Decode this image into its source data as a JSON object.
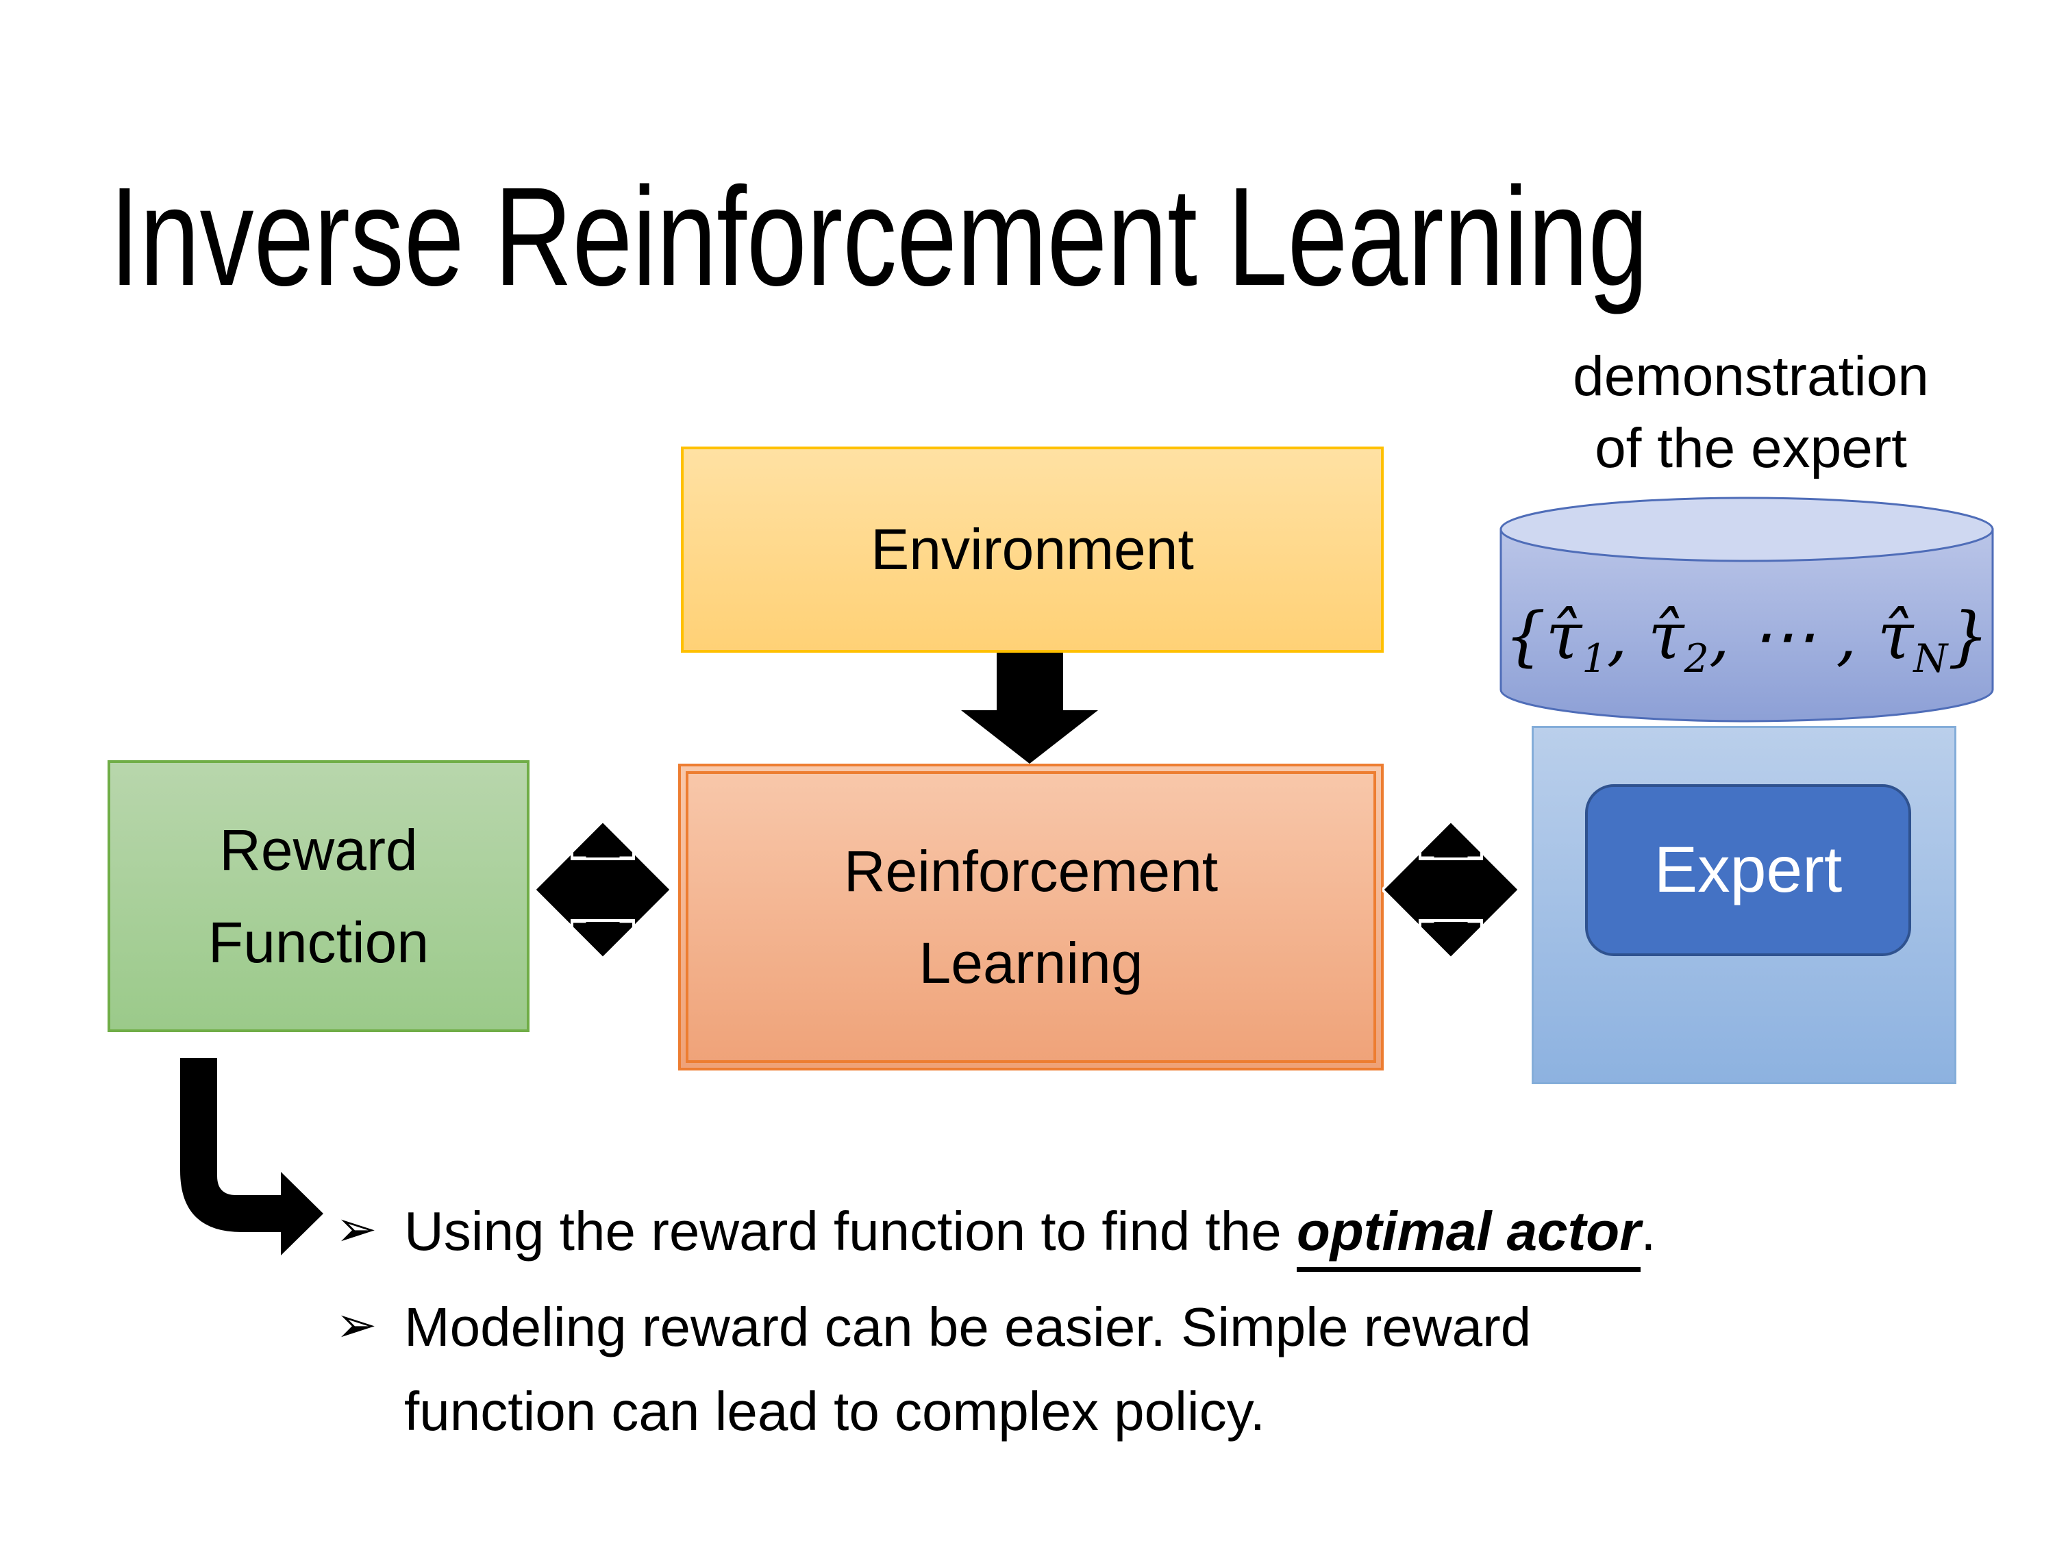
{
  "slide": {
    "title": "Inverse Reinforcement Learning",
    "annotation": {
      "line1": "demonstration",
      "line2": "of the expert"
    },
    "boxes": {
      "environment": {
        "label": "Environment"
      },
      "reward": {
        "label": "Reward\nFunction"
      },
      "rl": {
        "label": "Reinforcement\nLearning"
      },
      "expert": {
        "label": "Expert"
      }
    },
    "formula": {
      "open": "{",
      "tau": "τ̂",
      "sub1": "1",
      "sep1": ", ",
      "sub2": "2",
      "sep2": ", ⋯ , ",
      "sub3": "N",
      "close": "}"
    },
    "bullets": {
      "marker": "➢",
      "b1": {
        "prefix": "Using the reward function to find the ",
        "emphasis": "optimal actor",
        "suffix": "."
      },
      "b2": {
        "text": "Modeling reward can be easier. Simple reward\nfunction can lead to complex policy."
      }
    },
    "palette": {
      "environment_fill_top": "#ffe1a3",
      "environment_fill_bottom": "#ffd176",
      "environment_border": "#ffc000",
      "reward_fill_top": "#b8d6ac",
      "reward_fill_bottom": "#9bca8a",
      "reward_border": "#70ad47",
      "rl_fill_top": "#f8c8ab",
      "rl_fill_bottom": "#efa278",
      "rl_border": "#ed7d31",
      "expert_container_fill_top": "#bacfeb",
      "expert_container_fill_bottom": "#8db2e0",
      "expert_box_fill": "#4472c4",
      "expert_box_border": "#2f528f",
      "cylinder_body_top": "#bac5e8",
      "cylinder_body_bottom": "#8da0d6",
      "cylinder_top_ellipse": "#cfd8f1",
      "cylinder_border": "#4f6db8",
      "arrow_color": "#000000",
      "text_color": "#000000"
    }
  }
}
